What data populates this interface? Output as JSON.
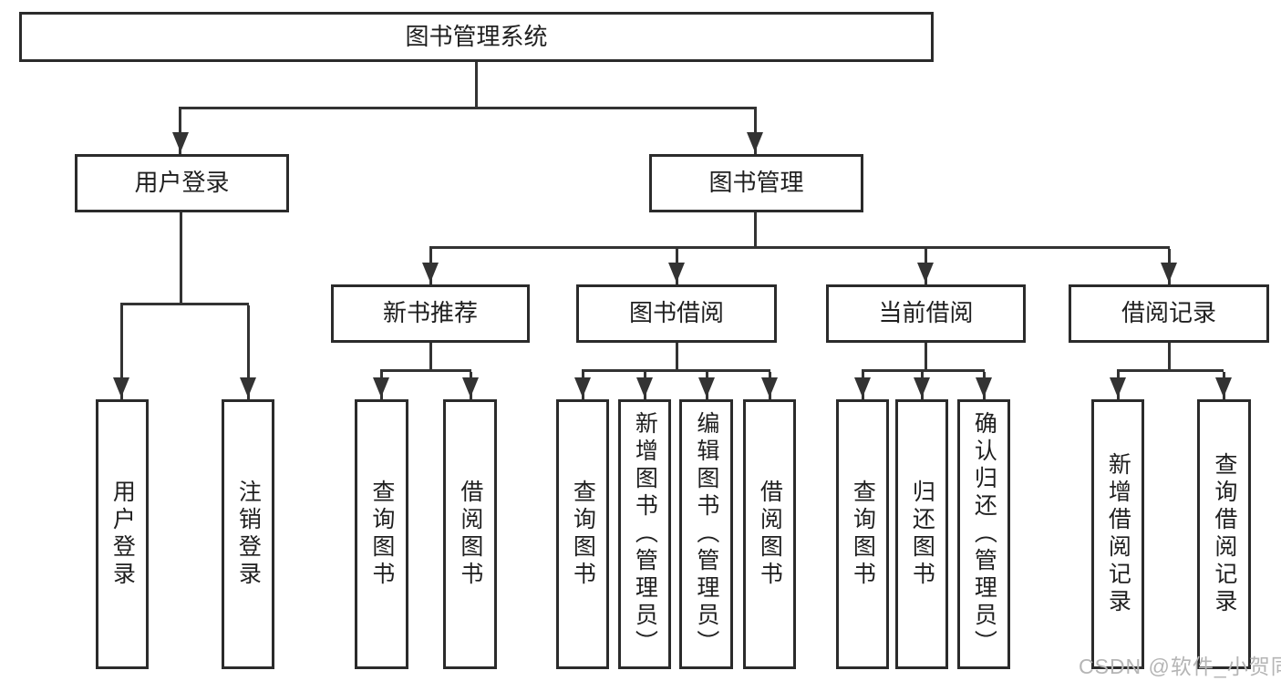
{
  "diagram": {
    "root": {
      "label": "图书管理系统"
    },
    "branches": [
      {
        "label": "用户登录",
        "children": [
          {
            "label": "用户登录"
          },
          {
            "label": "注销登录"
          }
        ]
      },
      {
        "label": "图书管理",
        "children": [
          {
            "label": "新书推荐",
            "children": [
              {
                "label": "查询图书"
              },
              {
                "label": "借阅图书"
              }
            ]
          },
          {
            "label": "图书借阅",
            "children": [
              {
                "label": "查询图书"
              },
              {
                "label": "新增图书（管理员）"
              },
              {
                "label": "编辑图书（管理员）"
              },
              {
                "label": "借阅图书"
              }
            ]
          },
          {
            "label": "当前借阅",
            "children": [
              {
                "label": "查询图书"
              },
              {
                "label": "归还图书"
              },
              {
                "label": "确认归还（管理员）"
              }
            ]
          },
          {
            "label": "借阅记录",
            "children": [
              {
                "label": "新增借阅记录"
              },
              {
                "label": "查询借阅记录"
              }
            ]
          }
        ]
      }
    ]
  },
  "watermark": {
    "text": "CSDN @软件_小贺同学"
  },
  "colors": {
    "background": "#ffffff",
    "box_border": "#2b2b2b",
    "box_fill": "#ffffff",
    "line": "#333333",
    "text": "#1f1f1f",
    "watermark": "#b5b5b5"
  }
}
